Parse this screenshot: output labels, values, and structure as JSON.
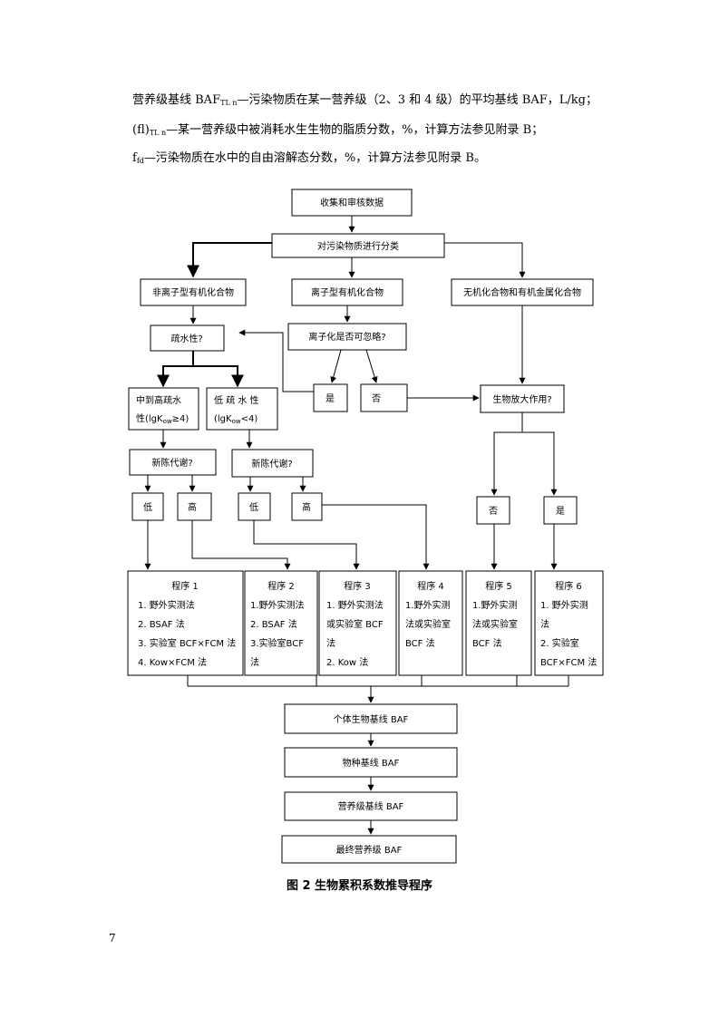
{
  "text": {
    "line1": {
      "pre": "营养级基线 BAF",
      "sub": "TL n",
      "post": "—污染物质在某一营养级（2、3 和 4 级）的平均基线 BAF，L/kg；"
    },
    "line2": {
      "pre": "(fl)",
      "sub": "TL n",
      "post": "—某一营养级中被消耗水生生物的脂质分数，%，计算方法参见附录 B；"
    },
    "line3": {
      "pre": "f",
      "sub": "fd",
      "post": "—污染物质在水中的自由溶解态分数，%，计算方法参见附录 B。"
    }
  },
  "flow": {
    "collect": "收集和审核数据",
    "classify": "对污染物质进行分类",
    "nonionic": "非离子型有机化合物",
    "ionic": "离子型有机化合物",
    "inorganic": "无机化合物和有机金属化合物",
    "hydrophobic": "疏水性?",
    "ion_ignore": "离子化是否可忽略?",
    "yes": "是",
    "no": "否",
    "bio_amplify": "生物放大作用?",
    "mid_high_l1": "中到高疏水",
    "mid_high_l2": "性(lgK",
    "mid_high_l2_sub": "ow",
    "mid_high_l2_tail": "≥4)",
    "low_l1": "低 疏 水 性",
    "low_l2": "(lgK",
    "low_l2_sub": "ow",
    "low_l2_tail": "<4)",
    "metabolism": "新陈代谢?",
    "low": "低",
    "high": "高",
    "proc1": {
      "title": "程序 1",
      "lines": [
        "1. 野外实测法",
        "2. BSAF 法",
        "3. 实验室 BCF×FCM 法",
        "4. Kow×FCM 法"
      ]
    },
    "proc2": {
      "title": "程序 2",
      "lines": [
        "1.野外实测法",
        "2. BSAF 法",
        "3.实验室BCF",
        "法"
      ]
    },
    "proc3": {
      "title": "程序 3",
      "lines": [
        "1. 野外实测法",
        "或实验室 BCF",
        "法",
        "2. Kow 法"
      ]
    },
    "proc4": {
      "title": "程序 4",
      "lines": [
        "1.野外实测",
        "法或实验室",
        "BCF 法"
      ]
    },
    "proc5": {
      "title": "程序 5",
      "lines": [
        "1.野外实测",
        "法或实验室",
        "BCF 法"
      ]
    },
    "proc6": {
      "title": "程序 6",
      "lines": [
        "1. 野外实测",
        "法",
        "2. 实验室",
        "BCF×FCM 法"
      ]
    },
    "individual": "个体生物基线 BAF",
    "species": "物种基线 BAF",
    "trophic": "营养级基线 BAF",
    "final": "最终营养级 BAF"
  },
  "caption": "图 2 生物累积系数推导程序",
  "page_number": "7"
}
